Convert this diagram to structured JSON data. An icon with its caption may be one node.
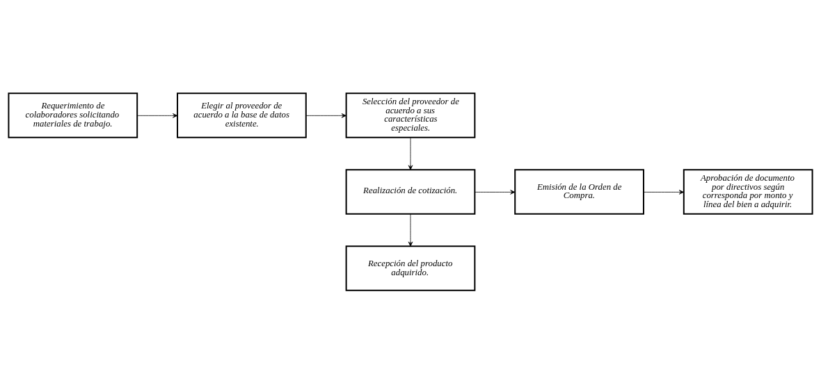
{
  "diagram": {
    "nodes": [
      {
        "text": [
          "Requerimiento de colaboradores solicitando materiales de trabajo."
        ]
      },
      {
        "text": [
          "Elegir al proveedor de acuerdo a la base de datos existente."
        ]
      },
      {
        "text": [
          "Selección del proveedor de acuerdo a sus características especiales."
        ]
      },
      {
        "text": [
          "Realización de cotización."
        ]
      },
      {
        "text": [
          "Emisión de la Orden de Compra."
        ]
      },
      {
        "text": [
          "Aprobación de documento por directivos según corresponda por monto y línea del bien a adquirir."
        ]
      },
      {
        "text": [
          "Recepción del producto adquirido."
        ]
      }
    ],
    "edges": [
      {
        "from": 0,
        "to": 1,
        "arrow": "to"
      },
      {
        "from": 1,
        "to": 2,
        "arrow": "to"
      },
      {
        "from": 2,
        "to": 3,
        "arrow": "to"
      },
      {
        "from": 3,
        "to": 4,
        "arrow": "to"
      },
      {
        "from": 4,
        "to": 5,
        "arrow": "to"
      },
      {
        "from": 3,
        "to": 6,
        "arrow": "to"
      }
    ]
  }
}
